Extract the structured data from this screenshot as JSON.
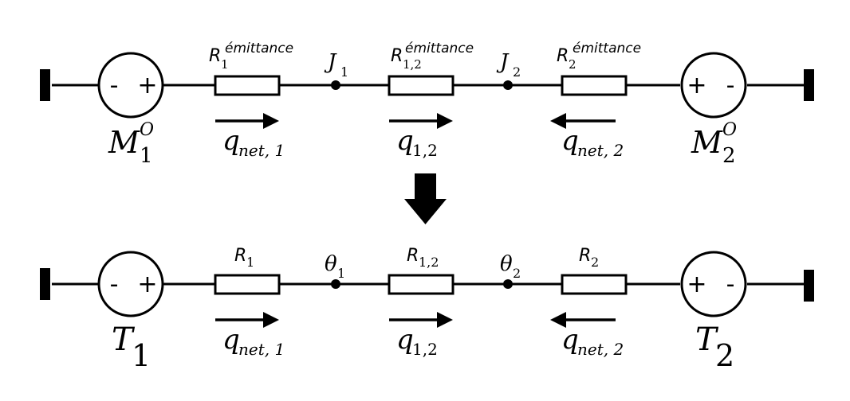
{
  "top": {
    "sources": [
      {
        "symbol": "M",
        "sub": "1",
        "sup": "O",
        "left_sign": "-",
        "right_sign": "+"
      },
      {
        "symbol": "M",
        "sub": "2",
        "sup": "O",
        "left_sign": "+",
        "right_sign": "-"
      }
    ],
    "resistors": [
      {
        "symbol": "R",
        "sub": "1",
        "sup": "émittance"
      },
      {
        "symbol": "R",
        "sub": "1,2",
        "sup": "émittance"
      },
      {
        "symbol": "R",
        "sub": "2",
        "sup": "émittance"
      }
    ],
    "nodes": [
      {
        "symbol": "J",
        "sub": "1"
      },
      {
        "symbol": "J",
        "sub": "2"
      }
    ],
    "flows": [
      {
        "symbol": "q",
        "sub": "net, 1",
        "direction": "right"
      },
      {
        "symbol": "q",
        "sub": "1,2",
        "direction": "right"
      },
      {
        "symbol": "q",
        "sub": "net, 2",
        "direction": "left"
      }
    ]
  },
  "bottom": {
    "sources": [
      {
        "symbol": "T",
        "sub": "1",
        "left_sign": "-",
        "right_sign": "+"
      },
      {
        "symbol": "T",
        "sub": "2",
        "left_sign": "+",
        "right_sign": "-"
      }
    ],
    "resistors": [
      {
        "symbol": "R",
        "sub": "1"
      },
      {
        "symbol": "R",
        "sub": "1,2"
      },
      {
        "symbol": "R",
        "sub": "2"
      }
    ],
    "nodes": [
      {
        "symbol": "θ",
        "sub": "1"
      },
      {
        "symbol": "θ",
        "sub": "2"
      }
    ],
    "flows": [
      {
        "symbol": "q",
        "sub": "net, 1",
        "direction": "right"
      },
      {
        "symbol": "q",
        "sub": "1,2",
        "direction": "right"
      },
      {
        "symbol": "q",
        "sub": "net, 2",
        "direction": "left"
      }
    ]
  },
  "colors": {
    "line": "#000000",
    "background": "#ffffff"
  }
}
